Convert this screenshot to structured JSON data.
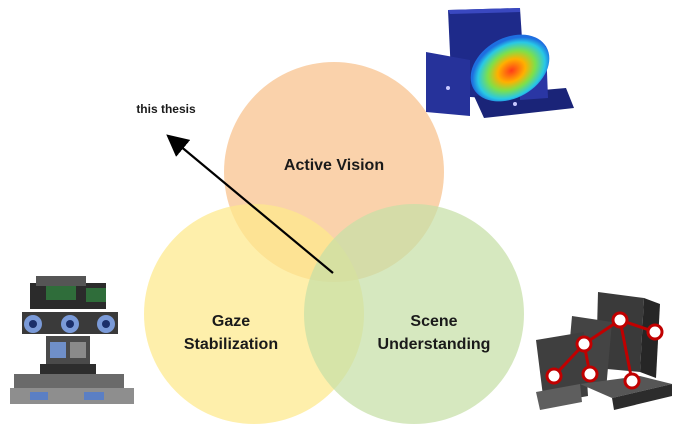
{
  "diagram": {
    "annotation": "this thesis",
    "circles": {
      "active_vision": {
        "label": "Active Vision",
        "color": "#f8c08a"
      },
      "gaze_stabilization": {
        "line1": "Gaze",
        "line2": "Stabilization",
        "color": "#fde98a"
      },
      "scene_understanding": {
        "line1": "Scene",
        "line2": "Understanding",
        "color": "#c6dfa6"
      }
    }
  }
}
